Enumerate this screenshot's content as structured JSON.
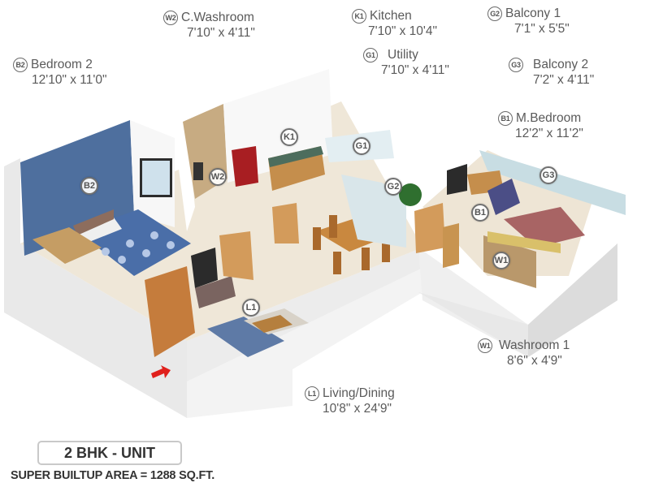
{
  "rooms": [
    {
      "code": "W2",
      "name": "C.Washroom",
      "dims": "7'10\" x 4'11\""
    },
    {
      "code": "B2",
      "name": "Bedroom 2",
      "dims": "12'10\" x 11'0\""
    },
    {
      "code": "K1",
      "name": "Kitchen",
      "dims": "7'10\" x 10'4\""
    },
    {
      "code": "G1",
      "name": "Utility",
      "dims": "7'10\" x 4'11\""
    },
    {
      "code": "G2",
      "name": "Balcony 1",
      "dims": "7'1\" x 5'5\""
    },
    {
      "code": "G3",
      "name": "Balcony 2",
      "dims": "7'2\" x 4'11\""
    },
    {
      "code": "B1",
      "name": "M.Bedroom",
      "dims": "12'2\" x 11'2\""
    },
    {
      "code": "W1",
      "name": "Washroom 1",
      "dims": "8'6\" x 4'9\""
    },
    {
      "code": "L1",
      "name": "Living/Dining",
      "dims": "10'8\" x 24'9\""
    }
  ],
  "plan_markers": [
    "B2",
    "W2",
    "K1",
    "G1",
    "G2",
    "G3",
    "B1",
    "W1",
    "L1"
  ],
  "unit": {
    "type": "2 BHK - UNIT",
    "area": "SUPER BUILTUP AREA = 1288 SQ.FT."
  },
  "entry_arrow": "entrance-arrow",
  "colors": {
    "accent_wall": "#4e6f9e",
    "wall": "#f4f4f4",
    "floor": "#efe6d6",
    "wood": "#c98a45",
    "fridge": "#a81e22",
    "arrow": "#e0201c"
  }
}
